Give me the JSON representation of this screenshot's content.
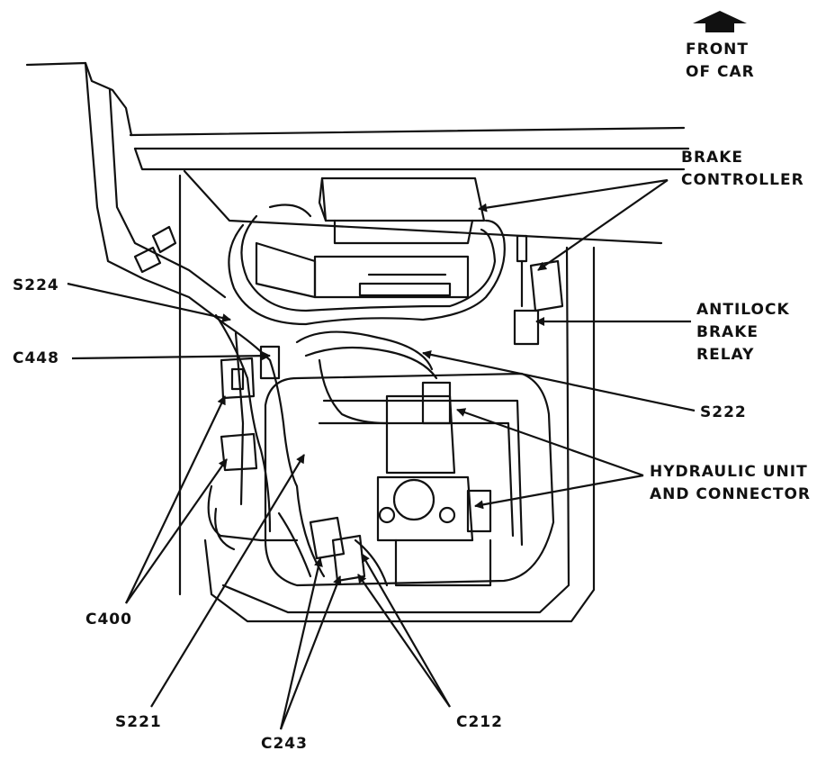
{
  "colors": {
    "ink": "#111111",
    "paper": "#ffffff"
  },
  "orientation": {
    "icon": "up-arrow-icon",
    "lines": [
      "FRONT",
      "OF CAR"
    ]
  },
  "callouts": {
    "brake_controller": [
      "BRAKE",
      "CONTROLLER"
    ],
    "antilock_brake_relay": [
      "ANTILOCK",
      "BRAKE",
      "RELAY"
    ],
    "s222": "S222",
    "hydraulic_unit_and_connector": [
      "HYDRAULIC UNIT",
      "AND CONNECTOR"
    ],
    "s224": "S224",
    "c448": "C448",
    "c400": "C400",
    "s221": "S221",
    "c243": "C243",
    "c212": "C212"
  }
}
